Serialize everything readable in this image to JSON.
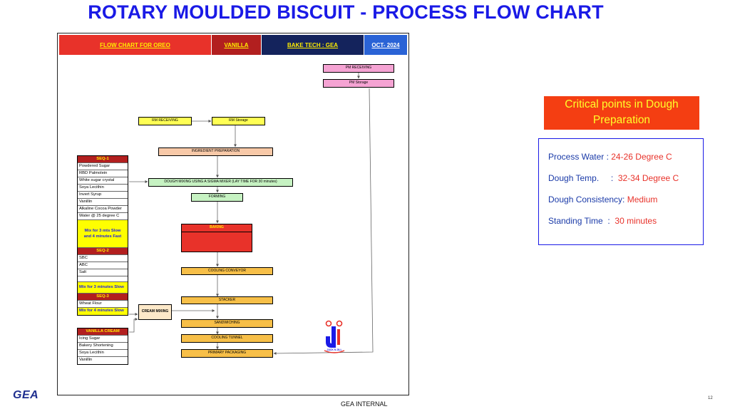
{
  "title": "ROTARY MOULDED BISCUIT - PROCESS FLOW CHART",
  "header": {
    "flow_chart": "FLOW CHART FOR OREO",
    "flavour": "VANILLA",
    "bake_tech": "BAKE TECH : GEA",
    "date": "OCT- 2024"
  },
  "flow": {
    "pm_receiving": "PM RECEIVING",
    "pm_storage": "PM Storage",
    "rm_receiving": "RM RECEIVING",
    "rm_storage": "RM Storage",
    "ingredient_prep": "INGREDIENT PREPARATION",
    "dough_mixing": "DOUGH MIXING  USING A SIGMA MIXER (LAY TIME FOR 30 minutes)",
    "forming": "FORMING",
    "baking": "BAKING",
    "cooling_conveyor": "COOLING CONVEYOR",
    "stacker": "STACKER",
    "cream_mixing": "CREAM MIXING",
    "sandwiching": "SANDWICHING",
    "cooling_tunnel": "COOLING TUNNEL",
    "primary_packaging": "PRIMARY  PACKAGING"
  },
  "seq1": {
    "head": "SEQ-1",
    "items": [
      "Powdered Sugar",
      "RBD Palmolein",
      "White sugar crystal",
      "Soya Lecithin",
      "Invert Syrup",
      "Vanillin",
      "Alkaline Cocoa Powder",
      "Water @ 25 degree C"
    ],
    "note": "Mix for 3 mts Slow and 4 minutes Fast"
  },
  "seq2": {
    "head": "SEQ-2",
    "items": [
      "SBC",
      "ABC",
      "Salt"
    ],
    "note": "Mix for 3 minutes Slow"
  },
  "seq3": {
    "head": "SEQ-3",
    "items": [
      "Wheat Flour"
    ],
    "note": "Mix for 4 minutes Slow"
  },
  "vanilla_cream": {
    "head": "VANILLA CREAM",
    "items": [
      "Icing Sugar",
      "Bakery Shortening",
      "Soya Lecithin",
      "Vanillin"
    ]
  },
  "critical": {
    "title": "Critical points in Dough Preparation",
    "rows": [
      {
        "label": "Process Water : ",
        "value": "24-26 Degree C"
      },
      {
        "label": "Dough Temp.     :  ",
        "value": "32-34 Degree C"
      },
      {
        "label": "Dough Consistency: ",
        "value": "Medium"
      },
      {
        "label": "Standing Time  :  ",
        "value": "30 minutes"
      }
    ]
  },
  "logo_text": "GEA",
  "jj_text": "JACK N JILL",
  "footer": "GEA INTERNAL",
  "page_number": "12",
  "colors": {
    "title_blue": "#1a1ae6",
    "header_red": "#e8322a",
    "critical_orange": "#f43e12",
    "value_red": "#e8322a"
  }
}
